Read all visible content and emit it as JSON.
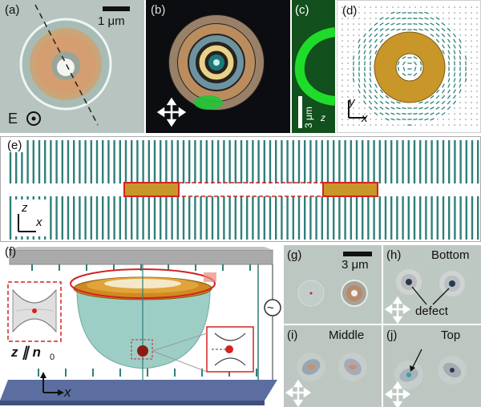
{
  "panels": {
    "a": {
      "label": "(a)",
      "scale_bar": "1 μm",
      "field": "E"
    },
    "b": {
      "label": "(b)"
    },
    "c": {
      "label": "(c)",
      "scale_bar": "3 μm",
      "axis": "z"
    },
    "d": {
      "label": "(d)",
      "axis_y": "y",
      "axis_x": "x"
    },
    "e": {
      "label": "(e)",
      "axis_z": "z",
      "axis_x": "x"
    },
    "f": {
      "label": "(f)",
      "z_label": "z ∥ n",
      "n_sub": "0",
      "x_label": "x",
      "source": "~"
    },
    "g": {
      "label": "(g)",
      "scale_bar": "3 μm"
    },
    "h": {
      "label": "(h)",
      "title": "Bottom",
      "annotation": "defect"
    },
    "i": {
      "label": "(i)",
      "title": "Middle"
    },
    "j": {
      "label": "(j)",
      "title": "Top"
    }
  },
  "colors": {
    "gold": "#c9962a",
    "gold_edge": "#7a5a10",
    "director": "#2f7f7a",
    "red": "#d42222",
    "micro_bg": "#bcc7c1",
    "dark_bg": "#111418",
    "green": "#22c43a"
  }
}
